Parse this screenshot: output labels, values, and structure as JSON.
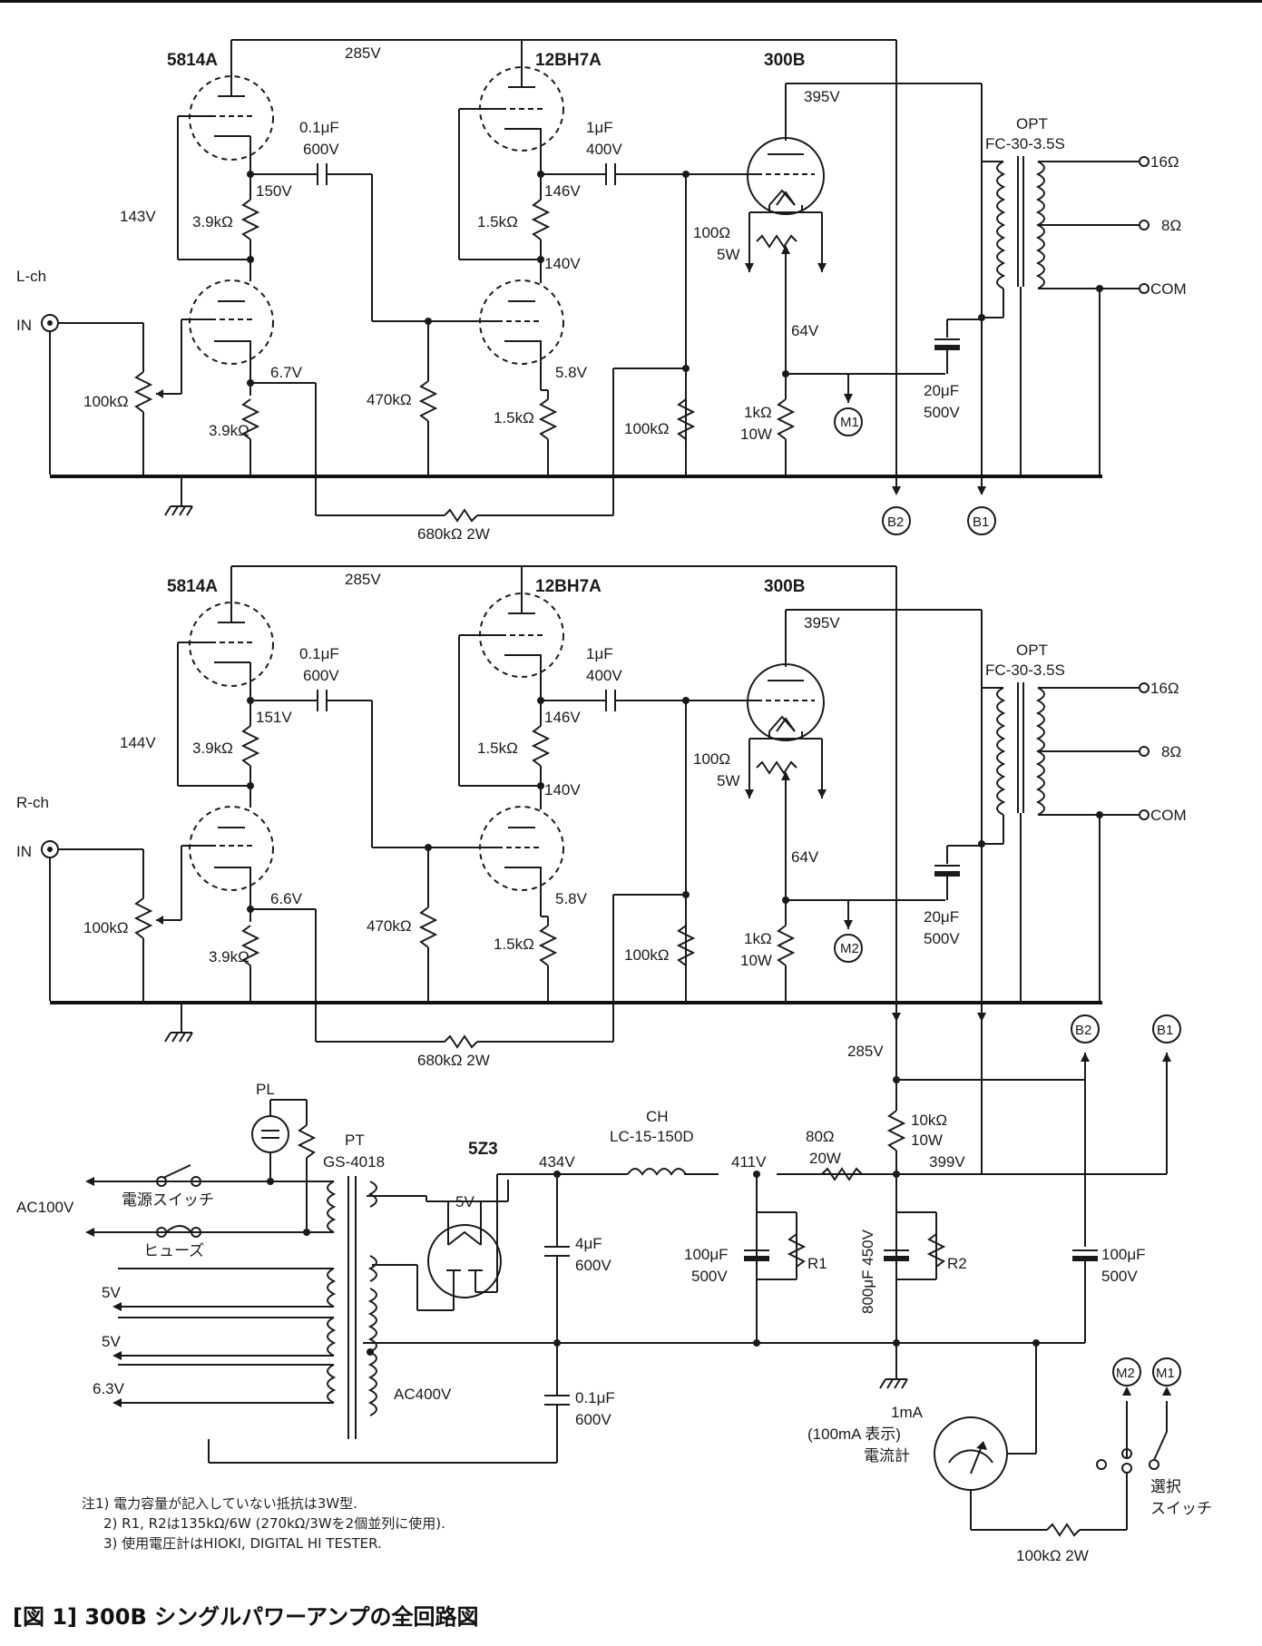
{
  "tubes": {
    "v1": "5814A",
    "v2": "12BH7A",
    "v3": "300B",
    "rect": "5Z3"
  },
  "left": {
    "channel": "L-ch",
    "input": "IN",
    "b_285": "285V",
    "b_395": "395V",
    "c1": "0.1μF",
    "c1v": "600V",
    "c2": "1μF",
    "c2v": "400V",
    "v_143": "143V",
    "v_150": "150V",
    "v_146": "146V",
    "v_140": "140V",
    "v_67": "6.7V",
    "v_58": "5.8V",
    "v_64": "64V",
    "r_pot": "100kΩ",
    "r_39a": "3.9kΩ",
    "r_39b": "3.9kΩ",
    "r_470": "470kΩ",
    "r_15a": "1.5kΩ",
    "r_15b": "1.5kΩ",
    "r_100k": "100kΩ",
    "r_hum": "100Ω",
    "r_hum_w": "5W",
    "r_1k": "1kΩ",
    "r_1k_w": "10W",
    "fb": "680kΩ 2W",
    "meter": "M1",
    "opt": "OPT",
    "opt_model": "FC-30-3.5S",
    "tap16": "16Ω",
    "tap8": "8Ω",
    "tapcom": "COM",
    "cap20": "20μF",
    "cap20v": "500V",
    "b2": "B2",
    "b1": "B1"
  },
  "right": {
    "channel": "R-ch",
    "input": "IN",
    "b_285": "285V",
    "b_395": "395V",
    "c1": "0.1μF",
    "c1v": "600V",
    "c2": "1μF",
    "c2v": "400V",
    "v_143": "144V",
    "v_150": "151V",
    "v_146": "146V",
    "v_140": "140V",
    "v_67": "6.6V",
    "v_58": "5.8V",
    "v_64": "64V",
    "r_pot": "100kΩ",
    "r_39a": "3.9kΩ",
    "r_39b": "3.9kΩ",
    "r_470": "470kΩ",
    "r_15a": "1.5kΩ",
    "r_15b": "1.5kΩ",
    "r_100k": "100kΩ",
    "r_hum": "100Ω",
    "r_hum_w": "5W",
    "r_1k": "1kΩ",
    "r_1k_w": "10W",
    "fb": "680kΩ 2W",
    "meter": "M2",
    "opt": "OPT",
    "opt_model": "FC-30-3.5S",
    "tap16": "16Ω",
    "tap8": "8Ω",
    "tapcom": "COM",
    "cap20": "20μF",
    "cap20v": "500V"
  },
  "psu": {
    "pl": "PL",
    "pt": "PT",
    "pt_model": "GS-4018",
    "sw": "電源スイッチ",
    "fuse": "ヒューズ",
    "ac": "AC100V",
    "h1": "5V",
    "h2": "5V",
    "h3": "6.3V",
    "ac400": "AC400V",
    "rect_fil": "5V",
    "v434": "434V",
    "c4": "4μF",
    "c4v": "600V",
    "c01": "0.1μF",
    "c01v": "600V",
    "ch": "CH",
    "ch_model": "LC-15-150D",
    "v411": "411V",
    "r80": "80Ω",
    "r80w": "20W",
    "v285": "285V",
    "v399": "399V",
    "r10k": "10kΩ",
    "r10kw": "10W",
    "c100a": "100μF",
    "c100av": "500V",
    "r1": "R1",
    "c800": "800μF 450V",
    "r2": "R2",
    "c100b": "100μF",
    "c100bv": "500V",
    "b2": "B2",
    "b1": "B1",
    "m2": "M2",
    "m1": "M1",
    "meter_l1": "1mA",
    "meter_l2": "(100mA 表示)",
    "meter_l3": "電流計",
    "sel1": "選択",
    "sel2": "スイッチ",
    "r100k": "100kΩ 2W"
  },
  "notes": [
    "注1) 電力容量が記入していない抵抗は3W型.",
    "2) R1, R2は135kΩ/6W (270kΩ/3Wを2個並列に使用).",
    "3) 使用電圧計はHIOKI, DIGITAL HI TESTER."
  ],
  "caption": "[図 1]  300B シングルパワーアンプの全回路図"
}
